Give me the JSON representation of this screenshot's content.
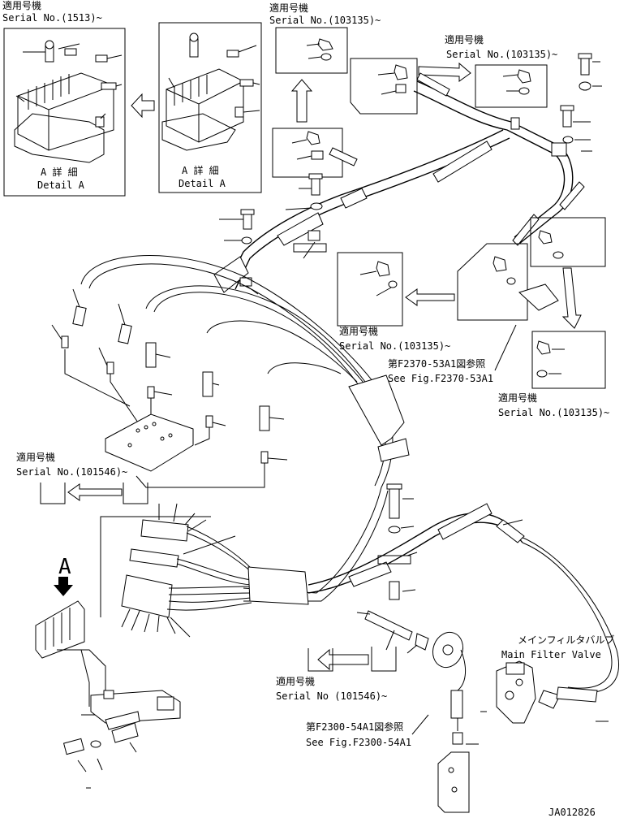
{
  "callouts": {
    "top_left": {
      "applicable_machines_jp": "適用号機",
      "serial": "Serial No.(1513)~"
    },
    "top_center": {
      "applicable_machines_jp": "適用号機",
      "serial": "Serial No.(103135)~"
    },
    "top_right": {
      "applicable_machines_jp": "適用号機",
      "serial": "Serial No.(103135)~"
    },
    "mid_center": {
      "applicable_machines_jp": "適用号機",
      "serial": "Serial No.(103135)~"
    },
    "mid_right": {
      "applicable_machines_jp": "適用号機",
      "serial": "Serial No.(103135)~"
    },
    "left_mid": {
      "applicable_machines_jp": "適用号機",
      "serial": "Serial No.(101546)~"
    },
    "bottom_center": {
      "applicable_machines_jp": "適用号機",
      "serial": "Serial No (101546)~"
    }
  },
  "details": {
    "left": {
      "jp": "A 詳 細",
      "en": "Detail A"
    },
    "right": {
      "jp": "A 詳 細",
      "en": "Detail A"
    }
  },
  "references": {
    "fig_2370": {
      "jp": "第F2370-53A1図参照",
      "en": "See Fig.F2370-53A1"
    },
    "fig_2300": {
      "jp": "第F2300-54A1図参照",
      "en": "See Fig.F2300-54A1"
    }
  },
  "main_filter_valve": {
    "jp": "メインフィルタバルブ",
    "en": "Main Filter Valve"
  },
  "view_marker": "A",
  "drawing_number": "JA012826"
}
